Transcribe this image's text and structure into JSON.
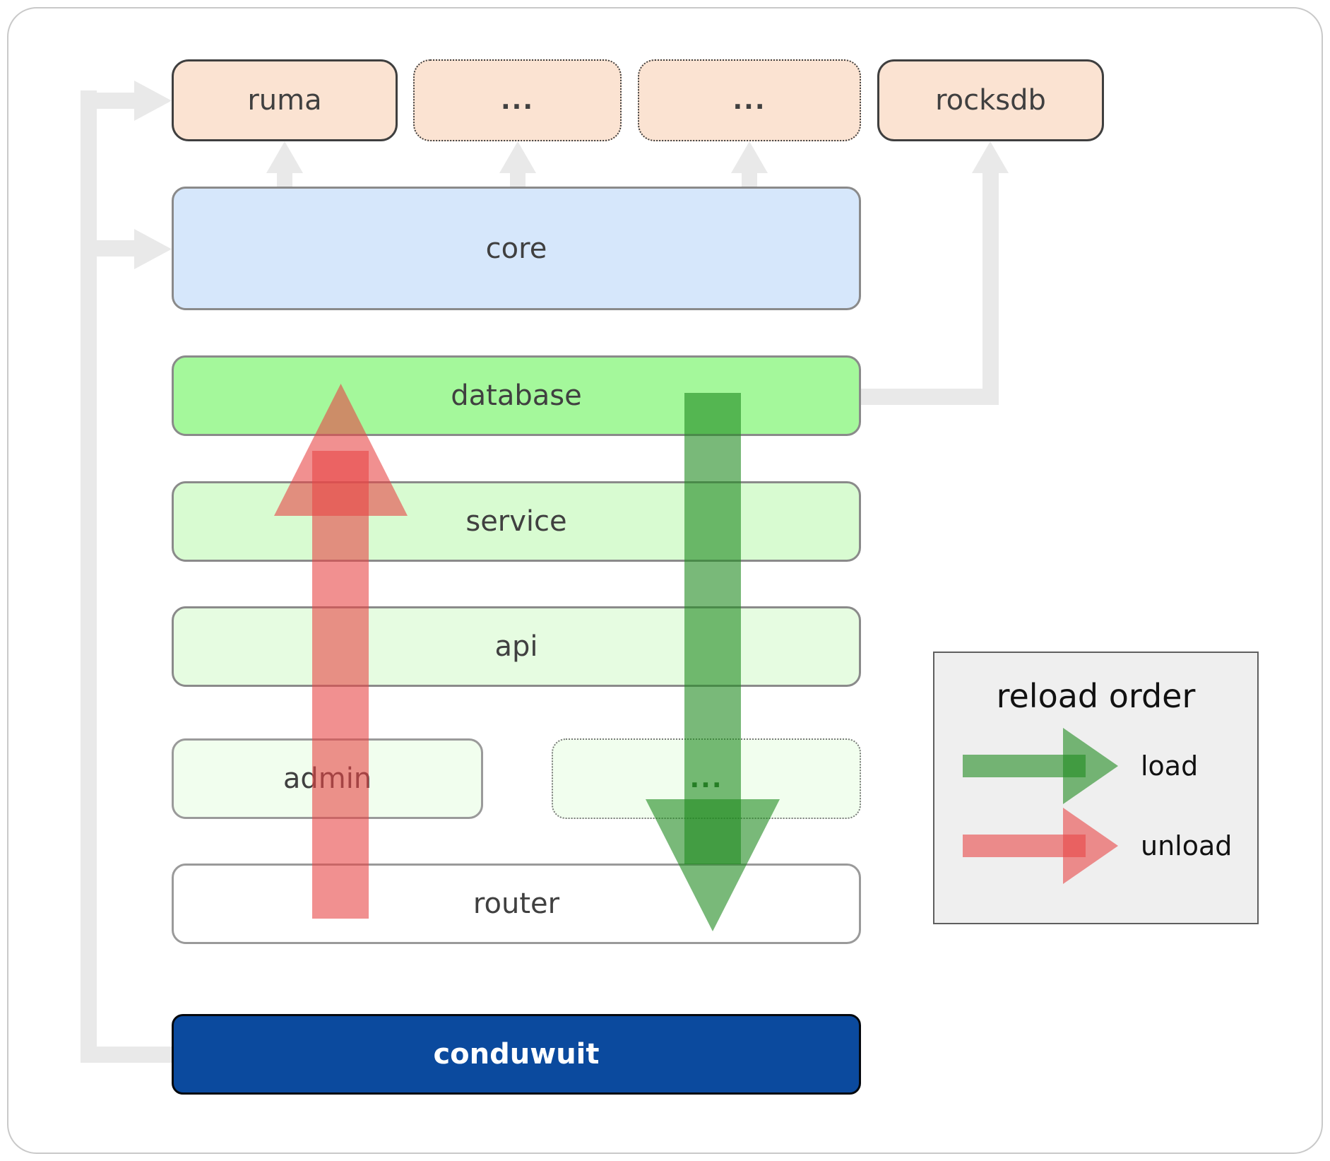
{
  "diagram": {
    "nodes": {
      "ruma": {
        "label": "ruma"
      },
      "crates_more_1": {
        "label": "..."
      },
      "crates_more_2": {
        "label": "..."
      },
      "rocksdb": {
        "label": "rocksdb"
      },
      "core": {
        "label": "core"
      },
      "database": {
        "label": "database"
      },
      "service": {
        "label": "service"
      },
      "api": {
        "label": "api"
      },
      "admin": {
        "label": "admin"
      },
      "services_more": {
        "label": "..."
      },
      "router": {
        "label": "router"
      },
      "conduwuit": {
        "label": "conduwuit"
      }
    },
    "legend": {
      "title": "reload order",
      "items": [
        {
          "label": "load",
          "color": "#1f8a1f"
        },
        {
          "label": "unload",
          "color": "#e74646"
        }
      ]
    },
    "colors": {
      "crate_peach": "#fbe3d2",
      "core_blue": "#d6e7fb",
      "database_green": "#a4f89b",
      "service_green": "#d8fbd1",
      "api_green": "#e6fce1",
      "admin_green": "#f1feee",
      "router_white": "#ffffff",
      "conduwuit_navy": "#0b4a9e",
      "connector_gray": "#e9e9e9",
      "legend_bg": "#efefef",
      "load_arrow": "rgba(31,138,31,0.60)",
      "unload_arrow": "rgba(231,70,70,0.60)"
    }
  }
}
